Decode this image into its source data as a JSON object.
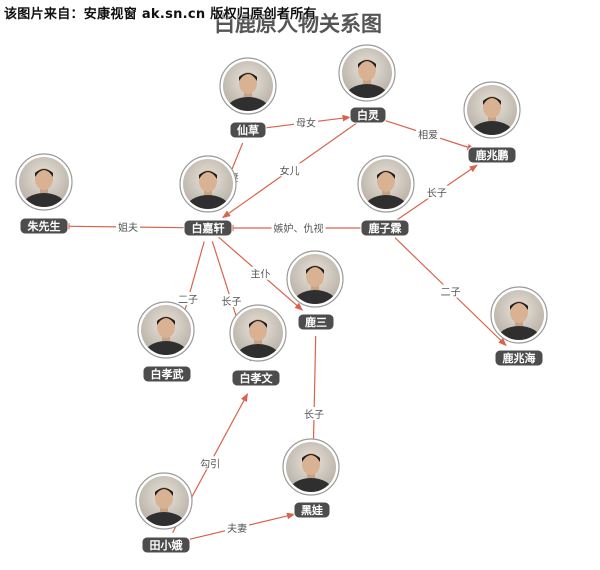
{
  "watermark": "该图片来自：安康视窗 ak.sn.cn 版权归原创者所有",
  "title": "白鹿原人物关系图",
  "colors": {
    "edge": "#d9634c",
    "label_bg": "#4d4d4d",
    "label_text": "#ffffff",
    "ring": "#9a9a9a"
  },
  "nodes": [
    {
      "id": "xiancao",
      "label": "仙草"
    },
    {
      "id": "bailing",
      "label": "白灵"
    },
    {
      "id": "luzhaopeng",
      "label": "鹿兆鹏"
    },
    {
      "id": "zhuxiansheng",
      "label": "朱先生"
    },
    {
      "id": "baijiaxuan",
      "label": "白嘉轩"
    },
    {
      "id": "luzilin",
      "label": "鹿子霖"
    },
    {
      "id": "lusan",
      "label": "鹿三"
    },
    {
      "id": "luzhaohai",
      "label": "鹿兆海"
    },
    {
      "id": "baixiaowu",
      "label": "白孝武"
    },
    {
      "id": "baixiaowen",
      "label": "白孝文"
    },
    {
      "id": "heiwa",
      "label": "黑娃"
    },
    {
      "id": "tianxiaoe",
      "label": "田小娥"
    }
  ],
  "edges": [
    {
      "from": "xiancao",
      "to": "bailing",
      "label": "母女"
    },
    {
      "from": "bailing",
      "to": "luzhaopeng",
      "label": "相爱"
    },
    {
      "from": "xiancao",
      "to": "baijiaxuan",
      "label": "夫妻"
    },
    {
      "from": "bailing",
      "to": "baijiaxuan",
      "label": "女儿"
    },
    {
      "from": "baijiaxuan",
      "to": "zhuxiansheng",
      "label": "姐夫"
    },
    {
      "from": "luzilin",
      "to": "baijiaxuan",
      "label": "嫉妒、仇视"
    },
    {
      "from": "luzilin",
      "to": "luzhaopeng",
      "label": "长子"
    },
    {
      "from": "luzilin",
      "to": "luzhaohai",
      "label": "二子"
    },
    {
      "from": "baijiaxuan",
      "to": "lusan",
      "label": "主仆"
    },
    {
      "from": "baijiaxuan",
      "to": "baixiaowu",
      "label": "二子"
    },
    {
      "from": "baijiaxuan",
      "to": "baixiaowen",
      "label": "长子"
    },
    {
      "from": "lusan",
      "to": "heiwa",
      "label": "长子"
    },
    {
      "from": "tianxiaoe",
      "to": "baixiaowen",
      "label": "勾引"
    },
    {
      "from": "tianxiaoe",
      "to": "heiwa",
      "label": "夫妻"
    }
  ]
}
